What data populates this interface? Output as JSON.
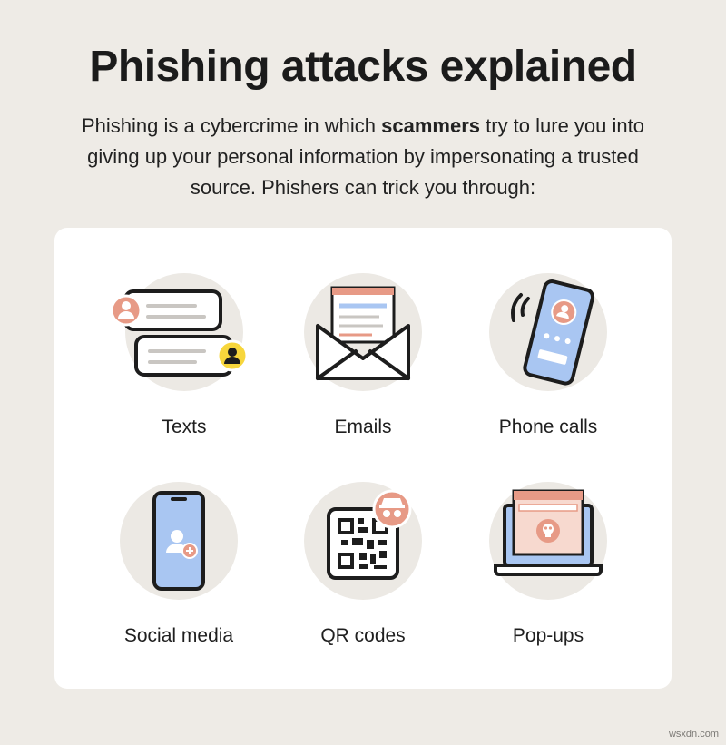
{
  "title": "Phishing attacks explained",
  "intro": {
    "before": "Phishing is a cybercrime in which ",
    "bold": "scammers",
    "after": " try to lure you into giving up your personal information by impersonating a trusted source. Phishers can trick you through:"
  },
  "items": [
    {
      "label": "Texts",
      "icon": "text-messages-icon"
    },
    {
      "label": "Emails",
      "icon": "envelope-icon"
    },
    {
      "label": "Phone calls",
      "icon": "phone-call-icon"
    },
    {
      "label": "Social media",
      "icon": "social-profile-icon"
    },
    {
      "label": "QR codes",
      "icon": "qr-code-icon"
    },
    {
      "label": "Pop-ups",
      "icon": "popup-window-icon"
    }
  ],
  "watermark": "wsxdn.com",
  "colors": {
    "background": "#eeebe6",
    "card": "#ffffff",
    "salmon": "#e79a86",
    "blue": "#a9c6f2",
    "yellow": "#f7d63c",
    "outline": "#1d1d1d"
  }
}
